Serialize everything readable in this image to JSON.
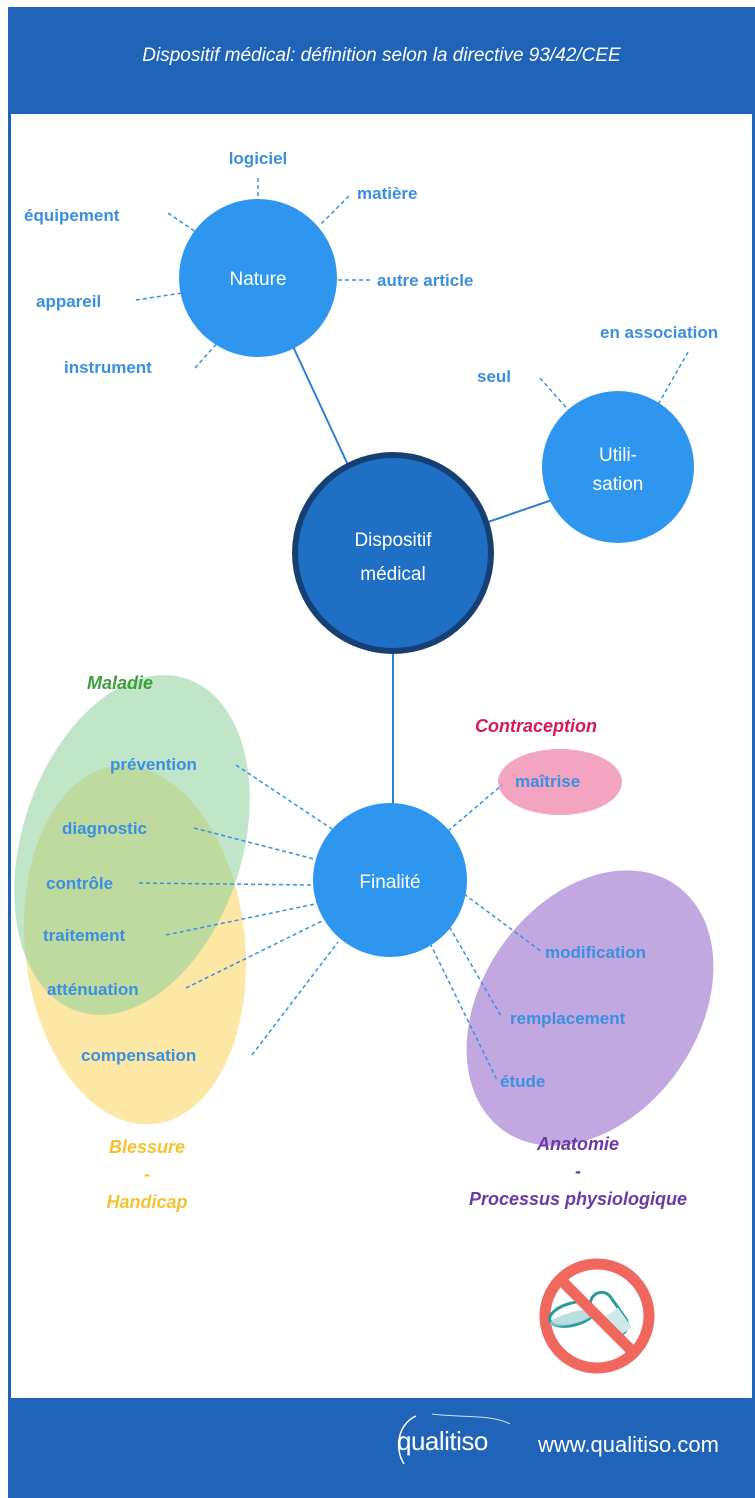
{
  "header": {
    "title": "Dispositif médical: définition selon la directive 93/42/CEE"
  },
  "center": {
    "line1": "Dispositif",
    "line2": "médical"
  },
  "nature": {
    "label": "Nature",
    "items": [
      "logiciel",
      "matière",
      "équipement",
      "autre article",
      "appareil",
      "instrument"
    ]
  },
  "utilisation": {
    "line1": "Utili-",
    "line2": "sation",
    "items": [
      "seul",
      "en association"
    ]
  },
  "finalite": {
    "label": "Finalité",
    "left_items": [
      "prévention",
      "diagnostic",
      "contrôle",
      "traitement",
      "atténuation",
      "compensation"
    ],
    "right_items": [
      "maîtrise",
      "modification",
      "remplacement",
      "étude"
    ]
  },
  "categories": {
    "maladie": "Maladie",
    "contraception": "Contraception",
    "blessure": "Blessure",
    "dash1": "-",
    "handicap": "Handicap",
    "anatomie": "Anatomie",
    "dash2": "-",
    "processus": "Processus physiologique"
  },
  "colors": {
    "header": "#1f64b8",
    "circle": "#2e96ef",
    "center": "#1f6fc4",
    "center_border": "#163f74",
    "label": "#3b8fe0",
    "maladie": "#3f9f3f",
    "contraception": "#d8185a",
    "blessure": "#f5c234",
    "anatomie": "#6a3aa6"
  },
  "icons": [
    "no-medicine-icon",
    "qualitiso-logo"
  ],
  "footer": {
    "logo_text": "qualitiso",
    "url": "www.qualitiso.com"
  }
}
